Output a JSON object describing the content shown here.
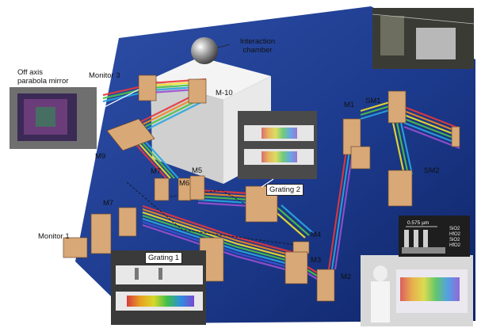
{
  "labels": {
    "interaction_chamber": "Interaction\nchamber",
    "off_axis_mirror": "Off axis\nparabola mirror",
    "monitor_3": "Monitor 3",
    "m10": "M-10",
    "m9": "M9",
    "m1": "M1",
    "sm1": "SM1",
    "sm2": "SM2",
    "grating_2": "Grating 2",
    "m7_upper": "M7",
    "m6": "M6",
    "m5": "M5",
    "m7_lower": "M7",
    "monitor_1": "Monitor 1",
    "grating_1": "Grating 1",
    "m4": "M4",
    "m3": "M3",
    "m2": "M2"
  },
  "inset_scale": {
    "scale_bar": "0.575 µm",
    "layers": [
      "SiO2",
      "HfO2",
      "SiO2",
      "HfO2"
    ]
  },
  "colors": {
    "floor": "#1f3a86",
    "block": "#e4e4e4",
    "mount": "#d9a877",
    "beam_palette": [
      "#e8383c",
      "#f08a24",
      "#f2e22a",
      "#4cc24a",
      "#2aa6e0",
      "#3a54d8",
      "#9b4fd0"
    ]
  }
}
